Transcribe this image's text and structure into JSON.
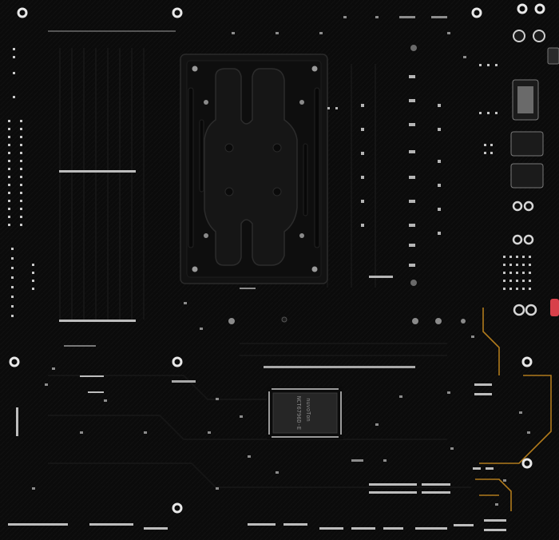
{
  "photo": {
    "subject": "motherboard-back-side",
    "colors": {
      "pcb": "#0b0b0b",
      "trace": "#141414",
      "pad": "#bfbfbf",
      "gold_trace": "#b07a1c",
      "red_connector": "#d8404a",
      "chip_body": "#262626"
    }
  },
  "chip": {
    "brand": "nuvoTon",
    "model": "NCT6796D-E"
  }
}
